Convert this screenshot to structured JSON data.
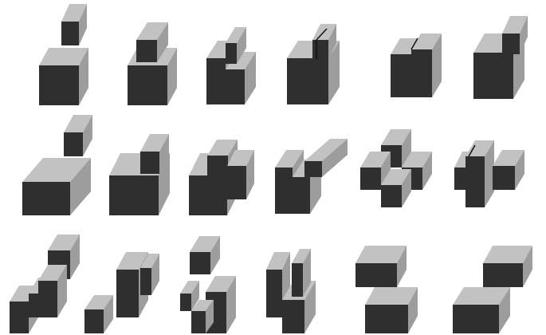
{
  "colors": {
    "background": "#ffffff",
    "top_face": "#c2c2c2",
    "side_face": "#9d9d9d",
    "front_face": "#2f2f2f",
    "edge_line": "#111111"
  },
  "figures": [
    {
      "name": "figure-r1-c1"
    },
    {
      "name": "figure-r1-c2"
    },
    {
      "name": "figure-r1-c3"
    },
    {
      "name": "figure-r1-c4"
    },
    {
      "name": "figure-r1-c5"
    },
    {
      "name": "figure-r1-c6"
    },
    {
      "name": "figure-r2-c1"
    },
    {
      "name": "figure-r2-c2"
    },
    {
      "name": "figure-r2-c3"
    },
    {
      "name": "figure-r2-c4"
    },
    {
      "name": "figure-r2-c5"
    },
    {
      "name": "figure-r2-c6"
    },
    {
      "name": "figure-r3-c1"
    },
    {
      "name": "figure-r3-c2"
    },
    {
      "name": "figure-r3-c3"
    },
    {
      "name": "figure-r3-c4"
    },
    {
      "name": "figure-r3-c5"
    },
    {
      "name": "figure-r3-c6"
    }
  ]
}
